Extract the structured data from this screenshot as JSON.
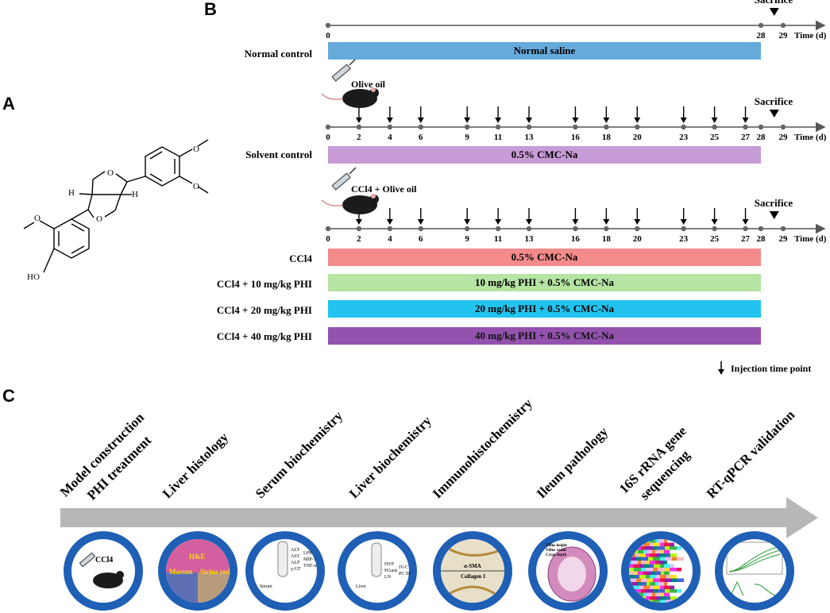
{
  "panels": {
    "A": "A",
    "B": "B",
    "C": "C"
  },
  "structure": {
    "atom_labels": [
      "H",
      "H",
      "HO"
    ]
  },
  "timeline": {
    "sacrifice_label": "Sacrifice",
    "time_label": "Time (d)",
    "first_axis_ticks": [
      "0",
      "28",
      "29"
    ],
    "injection_ticks": [
      "0",
      "2",
      "4",
      "6",
      "9",
      "11",
      "13",
      "16",
      "18",
      "20",
      "23",
      "25",
      "27",
      "28",
      "29"
    ],
    "injection_days": [
      2,
      4,
      6,
      9,
      11,
      13,
      16,
      18,
      20,
      23,
      25,
      27
    ],
    "olive_oil_label": "Olive oil",
    "ccl4_olive_label": "CCl4 + Olive oil",
    "legend_label": "Injection time point"
  },
  "groups": [
    {
      "label": "Normal control",
      "bar": "Normal saline",
      "color": "#66aadc"
    },
    {
      "label": "Solvent control",
      "bar": "0.5% CMC-Na",
      "color": "#c79bd6"
    },
    {
      "label": "CCl4",
      "bar": "0.5% CMC-Na",
      "color": "#f38b8b"
    },
    {
      "label": "CCl4 + 10 mg/kg PHI",
      "bar": "10 mg/kg PHI + 0.5% CMC-Na",
      "color": "#b5e4a3"
    },
    {
      "label": "CCl4 + 20 mg/kg PHI",
      "bar": "20 mg/kg PHI + 0.5% CMC-Na",
      "color": "#22c4ef"
    },
    {
      "label": "CCl4 + 40 mg/kg PHI",
      "bar": "40 mg/kg PHI + 0.5% CMC-Na",
      "color": "#9352ad"
    }
  ],
  "workflow": {
    "steps": [
      "Model construction",
      "PHI treatment",
      "Liver histology",
      "Serum biochemistry",
      "Liver biochemistry",
      "Immunohistochemistry",
      "Ileum pathology",
      "16S rRNA gene",
      "sequencing",
      "RT-qPCR validation"
    ],
    "circles": {
      "model": "CCl4",
      "histology": [
        "H&E",
        "Masson",
        "Sirius red"
      ],
      "serum": {
        "left": [
          "ALT",
          "AST",
          "ALP",
          "γ-GT"
        ],
        "right": [
          "LPS",
          "MIP-1",
          "TNF-α"
        ],
        "tube": "Serum"
      },
      "liver": {
        "left": [
          "HYP",
          "HAase",
          "LN"
        ],
        "right": [
          "IV-C",
          "PC III"
        ],
        "tube": "Liver"
      },
      "ihc": [
        "α-SMA",
        "Collagen I"
      ],
      "ileum": [
        "Villus height",
        "Villus width",
        "Crypt depth"
      ]
    }
  },
  "colors": {
    "ring": "#1f5fb5",
    "arrow": "#b7b7b7",
    "axis": "#555555"
  }
}
